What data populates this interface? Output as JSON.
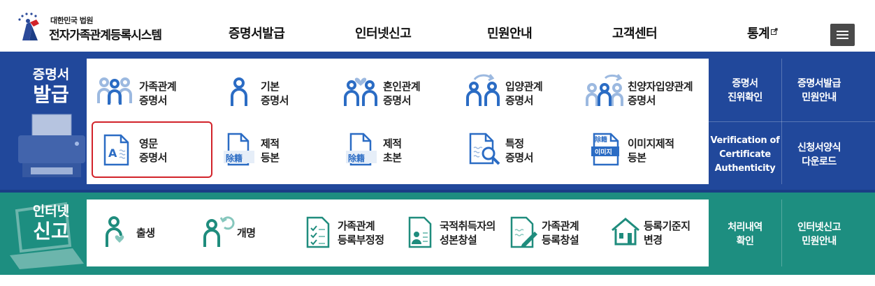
{
  "header": {
    "logo_small": "대한민국 법원",
    "logo_main": "전자가족관계등록시스템",
    "nav": [
      {
        "label": "증명서발급"
      },
      {
        "label": "인터넷신고"
      },
      {
        "label": "민원안내"
      },
      {
        "label": "고객센터"
      },
      {
        "label": "통계"
      }
    ]
  },
  "certificate": {
    "title_small": "증명서",
    "title_big": "발급",
    "tiles": [
      {
        "line1": "가족관계",
        "line2": "증명서",
        "icon": "family-icon"
      },
      {
        "line1": "기본",
        "line2": "증명서",
        "icon": "person-icon"
      },
      {
        "line1": "혼인관계",
        "line2": "증명서",
        "icon": "marriage-icon"
      },
      {
        "line1": "입양관계",
        "line2": "증명서",
        "icon": "adoption-icon"
      },
      {
        "line1": "친양자입양관계",
        "line2": "증명서",
        "icon": "full-adoption-icon"
      },
      {
        "line1": "영문",
        "line2": "증명서",
        "icon": "english-doc-icon"
      },
      {
        "line1": "제적",
        "line2": "등본",
        "icon": "removed-register-icon"
      },
      {
        "line1": "제적",
        "line2": "초본",
        "icon": "removed-register-icon"
      },
      {
        "line1": "특정",
        "line2": "증명서",
        "icon": "doc-search-icon"
      },
      {
        "line1": "이미지제적",
        "line2": "등본",
        "icon": "image-register-icon"
      }
    ],
    "register_badge": "除籍",
    "image_badge_top": "除籍",
    "image_badge_bottom": "이미지",
    "side_links": [
      {
        "line1": "증명서",
        "line2": "진위확인"
      },
      {
        "line1": "증명서발급",
        "line2": "민원안내"
      },
      {
        "line1": "Verification of",
        "line2": "Certificate",
        "line3": "Authenticity"
      },
      {
        "line1": "신청서양식",
        "line2": "다운로드"
      }
    ]
  },
  "report": {
    "title_small": "인터넷",
    "title_big": "신고",
    "tiles": [
      {
        "line1": "출생",
        "icon": "birth-icon"
      },
      {
        "line1": "개명",
        "icon": "rename-icon"
      },
      {
        "line1": "가족관계",
        "line2": "등록부정정",
        "icon": "checklist-icon"
      },
      {
        "line1": "국적취득자의",
        "line2": "성본창설",
        "icon": "id-card-icon"
      },
      {
        "line1": "가족관계",
        "line2": "등록창설",
        "icon": "doc-pen-icon"
      },
      {
        "line1": "등록기준지",
        "line2": "변경",
        "icon": "house-icon"
      }
    ],
    "side_links": [
      {
        "line1": "처리내역",
        "line2": "확인"
      },
      {
        "line1": "인터넷신고",
        "line2": "민원안내"
      }
    ]
  },
  "colors": {
    "blue_band": "#21489b",
    "teal_band": "#1d8e80",
    "blue_text": "#1d4e9e",
    "teal_text": "#146e64",
    "selected_outline": "#d2232a"
  }
}
